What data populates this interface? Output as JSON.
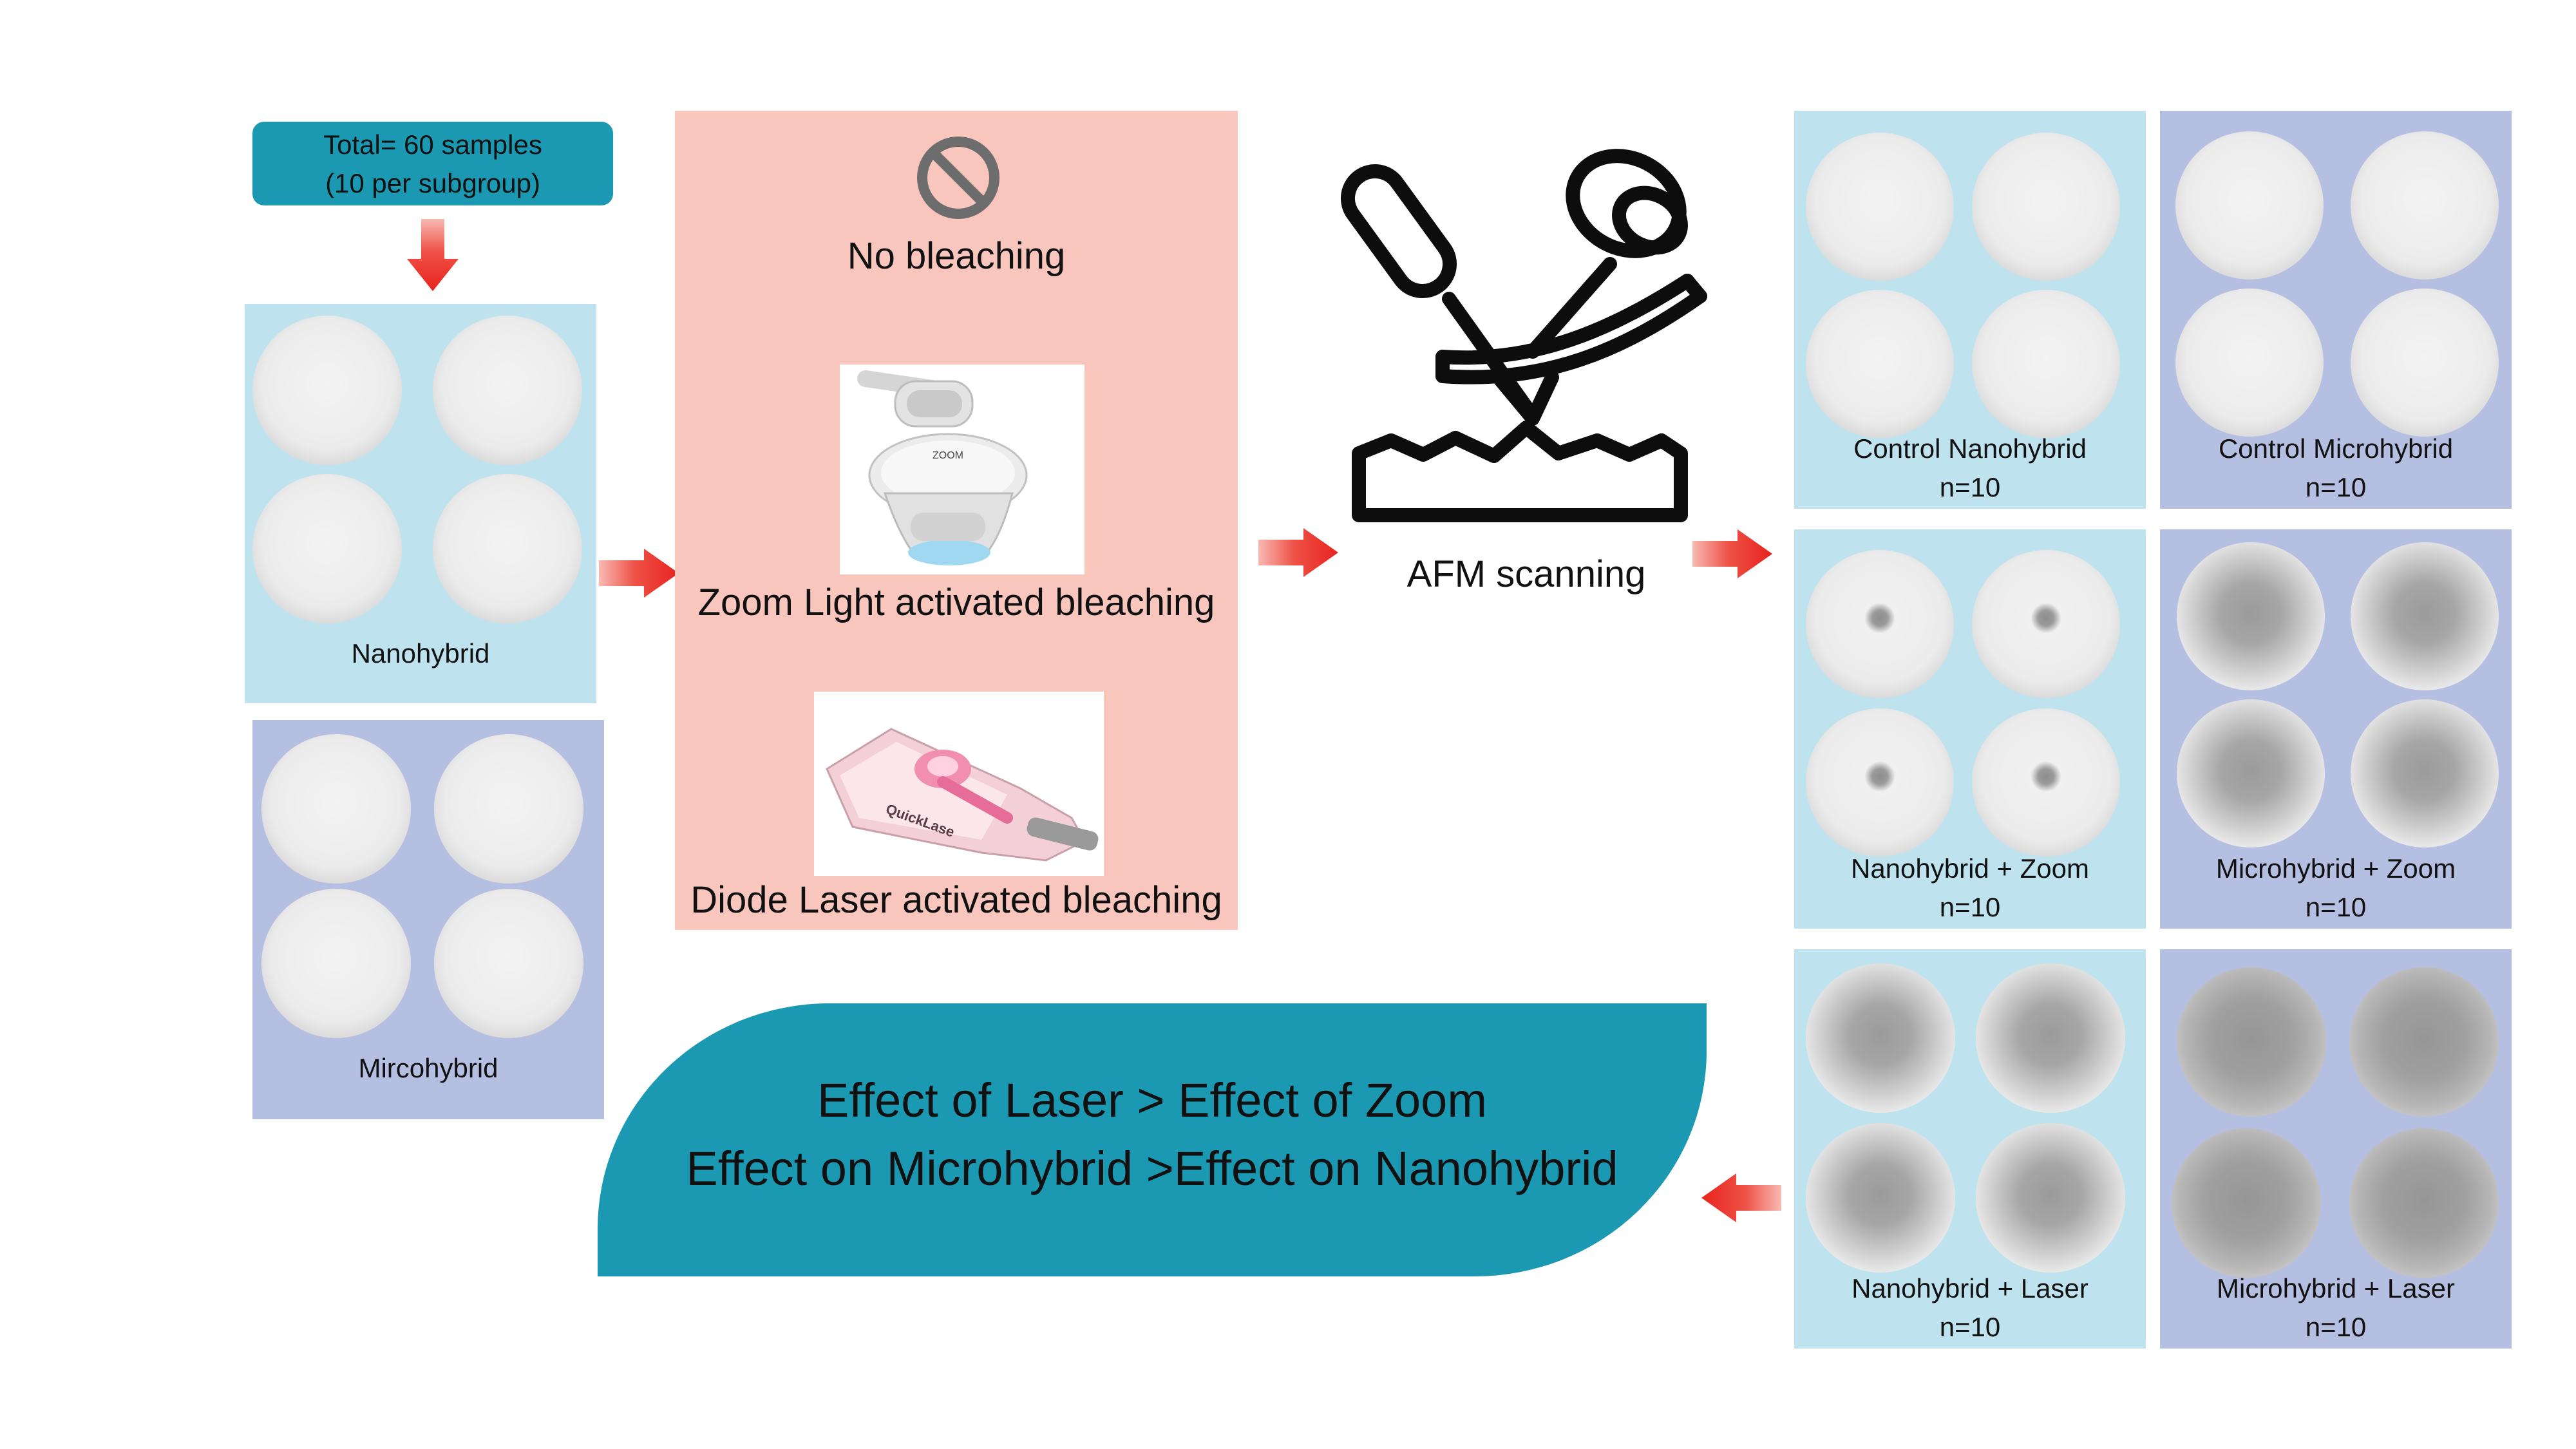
{
  "total_box": {
    "line1": "Total= 60 samples",
    "line2": "(10 per subgroup)"
  },
  "materials": {
    "nanohybrid_label": "Nanohybrid",
    "microhybrid_label": "Mircohybrid"
  },
  "treatments": {
    "no_bleaching": "No bleaching",
    "zoom": "Zoom Light activated bleaching",
    "laser": "Diode Laser activated bleaching",
    "zoom_device_brand": "ZOOM",
    "laser_device_brand": "QuickLase"
  },
  "afm": {
    "label": "AFM scanning"
  },
  "groups": [
    {
      "name": "Control Nanohybrid",
      "n": "n=10"
    },
    {
      "name": "Control Microhybrid",
      "n": "n=10"
    },
    {
      "name": "Nanohybrid + Zoom",
      "n": "n=10"
    },
    {
      "name": "Microhybrid + Zoom",
      "n": "n=10"
    },
    {
      "name": "Nanohybrid + Laser",
      "n": "n=10"
    },
    {
      "name": "Microhybrid + Laser",
      "n": "n=10"
    }
  ],
  "conclusion": {
    "line1": "Effect of Laser > Effect of Zoom",
    "line2": "Effect on Microhybrid >Effect on Nanohybrid"
  },
  "colors": {
    "teal": "#1b98b2",
    "blue_panel": "#bee3ee",
    "purple_panel": "#b5bfe2",
    "pink_panel": "#f8c6bd",
    "arrow_red": "#e8231e"
  }
}
